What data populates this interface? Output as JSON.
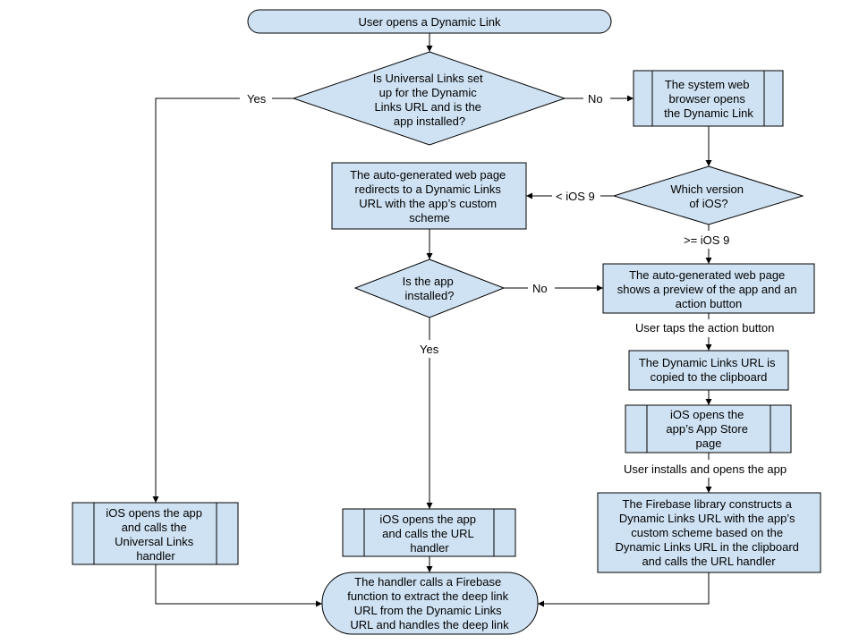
{
  "nodes": {
    "start": {
      "lines": [
        "User opens a Dynamic Link"
      ]
    },
    "q_universal": {
      "lines": [
        "Is Universal Links set",
        "up for the Dynamic",
        "Links URL and is the",
        "app installed?"
      ]
    },
    "browser_opens": {
      "lines": [
        "The system web",
        "browser opens",
        "the Dynamic Link"
      ]
    },
    "which_ios": {
      "lines": [
        "Which version",
        "of iOS?"
      ]
    },
    "redirect_page": {
      "lines": [
        "The auto-generated web page",
        "redirects to a Dynamic Links",
        "URL with the app’s custom",
        "scheme"
      ]
    },
    "q_installed": {
      "lines": [
        "Is the app",
        "installed?"
      ]
    },
    "preview_page": {
      "lines": [
        "The auto-generated web page",
        "shows a preview of the app and an",
        "action button"
      ]
    },
    "copied": {
      "lines": [
        "The Dynamic Links URL is",
        "copied to the clipboard"
      ]
    },
    "app_store": {
      "lines": [
        "iOS opens the",
        "app’s App Store",
        "page"
      ]
    },
    "firebase_lib": {
      "lines": [
        "The Firebase library constructs a",
        "Dynamic Links URL with the app’s",
        "custom scheme based on the",
        "Dynamic Links URL in the clipboard",
        "and calls the URL handler"
      ]
    },
    "open_universal": {
      "lines": [
        "iOS opens the app",
        "and calls the",
        "Universal Links",
        "handler"
      ]
    },
    "open_url_handler": {
      "lines": [
        "iOS opens the app",
        "and calls the URL",
        "handler"
      ]
    },
    "handler_end": {
      "lines": [
        "The handler calls a Firebase",
        "function to extract the deep link",
        "URL from the Dynamic Links",
        "URL and handles the deep link"
      ]
    }
  },
  "edge_labels": {
    "yes_left": "Yes",
    "no_right": "No",
    "lt_ios9": "< iOS 9",
    "ge_ios9": ">= iOS 9",
    "no_installed": "No",
    "yes_installed": "Yes",
    "user_taps": "User taps the action button",
    "user_installs": "User installs and opens the app"
  },
  "colors": {
    "node_fill": "#cfe2f3",
    "stroke": "#000000",
    "background": "#ffffff"
  }
}
